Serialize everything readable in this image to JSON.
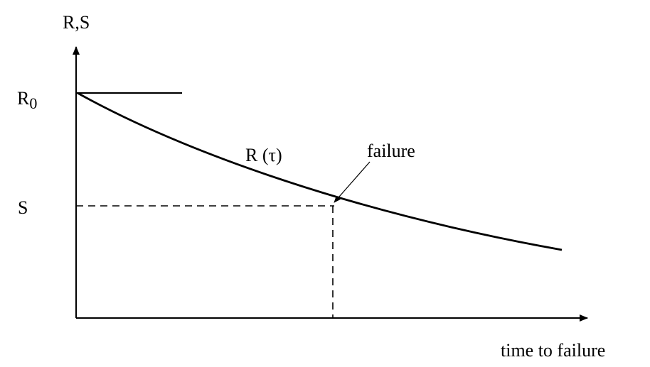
{
  "axes": {
    "y_label": "R,S",
    "x_label": "time to failure",
    "r0_base": "R",
    "r0_subscript": "0",
    "s_tick": "S"
  },
  "curve": {
    "label": "R (τ)"
  },
  "annotation": {
    "label": "failure"
  },
  "colors": {
    "ink": "#000000",
    "background": "#ffffff"
  }
}
